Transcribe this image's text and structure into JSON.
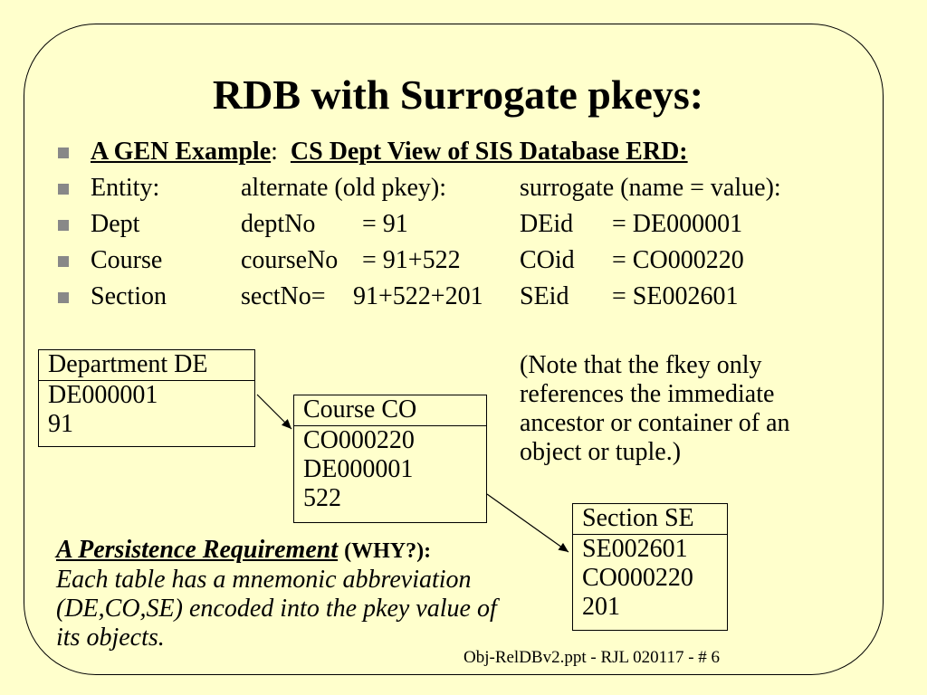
{
  "title": "RDB with Surrogate pkeys:",
  "bullets": {
    "row1": {
      "label": "A GEN Example",
      "colon": ":",
      "heading": "CS Dept View of SIS Database ERD:"
    },
    "header": {
      "entity": "Entity:",
      "alternate": "alternate (old pkey):",
      "surrogate": "surrogate (name = value):"
    },
    "rows": [
      {
        "entity": "Dept",
        "alt_name": "deptNo",
        "alt_value": "= 91",
        "sur_name": "DEid",
        "sur_value": "= DE000001"
      },
      {
        "entity": "Course",
        "alt_name": "courseNo",
        "alt_value": "= 91+522",
        "sur_name": "COid",
        "sur_value": "= CO000220"
      },
      {
        "entity": "Section",
        "alt_name": "sectNo=",
        "alt_value": "91+522+201",
        "sur_name": "SEid",
        "sur_value": "= SE002601"
      }
    ]
  },
  "tables": {
    "department": {
      "header": "Department DE",
      "lines": [
        "DE000001",
        "91"
      ]
    },
    "course": {
      "header": "Course CO",
      "lines": [
        "CO000220",
        "DE000001",
        "522"
      ]
    },
    "section": {
      "header": "Section SE",
      "lines": [
        "SE002601",
        "CO000220",
        "201"
      ]
    }
  },
  "note": "(Note that  the fkey only references the immediate ancestor or container of an object or tuple.)",
  "persistence": {
    "heading": "A Persistence Requirement",
    "why": "(WHY?):",
    "body": "Each table has a mnemonic abbreviation (DE,CO,SE) encoded into the pkey value of its objects."
  },
  "footer": "Obj-RelDBv2.ppt  - RJL 020117 - # 6",
  "colors": {
    "background": "#ffffcc",
    "bullet": "#888888"
  }
}
